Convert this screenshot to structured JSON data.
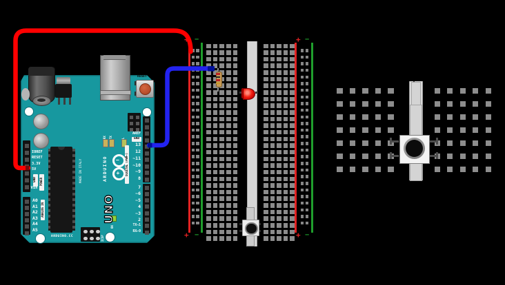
{
  "colors": {
    "background": "#000000",
    "board_teal": "#17989f",
    "wire_5v": "#ff0000",
    "wire_pin13": "#2323f0",
    "rail_positive": "#e32222",
    "rail_negative": "#1f9e2c",
    "led_red": "#e00000",
    "resistor_body": "#c59a55",
    "breadboard_hole": "#8c8c8c"
  },
  "arduino": {
    "silk": {
      "logo": "ARDUINO",
      "logo_minus": "−",
      "logo_plus": "+",
      "model": "UNO",
      "made_in": "MADE IN ITALY",
      "website": "ARDUINO.CC",
      "reset": "RESET",
      "icsp": "ICSP",
      "on": "ON",
      "digital": "DIGITAL (PWM~)",
      "analog": "ANALOG IN",
      "power": "POWER",
      "aref": "AREF",
      "gnd_badge": "GND",
      "gnd_power": "GND",
      "tx": "TX",
      "rx": "RX",
      "l": "L",
      "vin": "Vin"
    },
    "power_pins": [
      "IOREF",
      "RESET",
      "3.3V",
      "5V"
    ],
    "analog_pins": [
      "A0",
      "A1",
      "A2",
      "A3",
      "A4",
      "A5"
    ],
    "digital_upper": [
      "13",
      "12",
      "~11",
      "~10",
      "~9",
      "8"
    ],
    "digital_lower": [
      "7",
      "~6",
      "~5",
      "4",
      "~3",
      "2",
      "TX→1",
      "RX←0"
    ]
  },
  "breadboard": {
    "positive": "+",
    "negative": "−"
  }
}
